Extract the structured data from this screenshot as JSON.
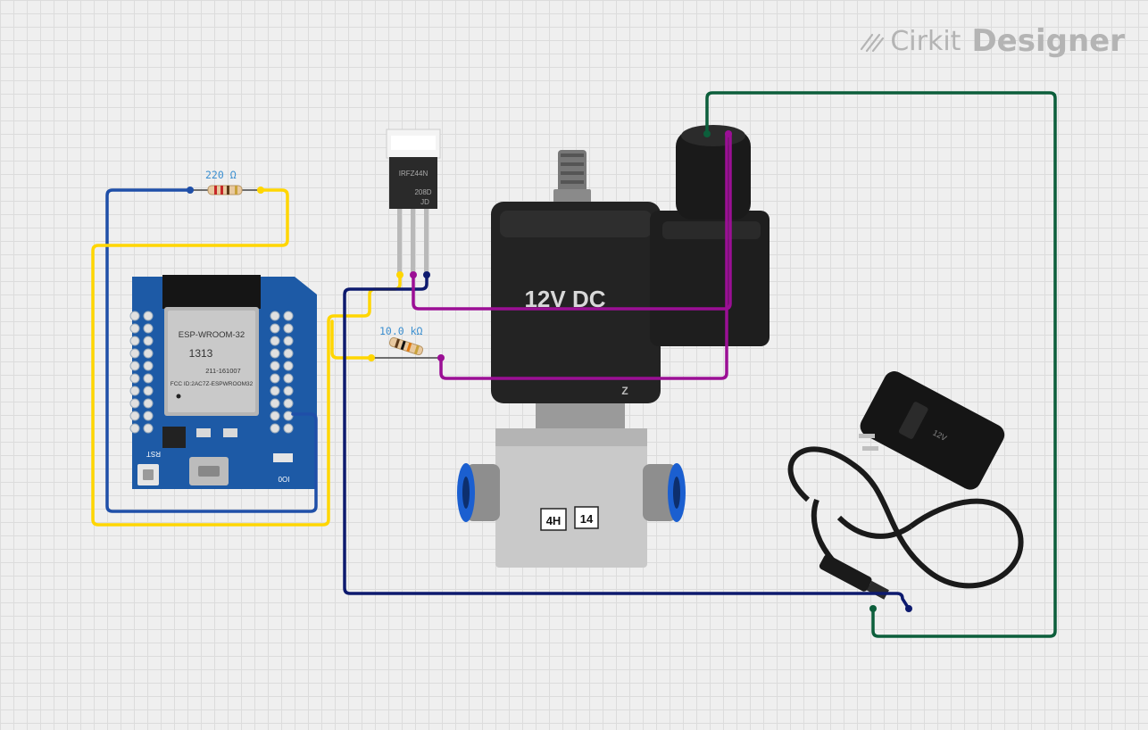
{
  "brand": {
    "name_light": "Cirkit",
    "name_bold": "Designer"
  },
  "components": {
    "resistor_1": {
      "label": "220 Ω"
    },
    "resistor_2": {
      "label": "10.0 kΩ"
    },
    "mosfet": {
      "part": "IRFZ44N",
      "code_1": "208D",
      "code_2": "JD"
    },
    "esp32_module": {
      "name": "ESP-WROOM-32",
      "cert": "1313",
      "reg": "211-161007",
      "fcc": "FCC ID:2AC7Z-ESPWROOM32",
      "rst_label": "RST",
      "io0_label": "IO0"
    },
    "solenoid_valve": {
      "voltage_label": "12V DC",
      "port_a": "4H",
      "port_b": "14",
      "coil_mark": "Z"
    },
    "power_adapter": {
      "label": "12V"
    }
  },
  "colors": {
    "wire_yellow": "#ffd600",
    "wire_blue": "#1f4fa8",
    "wire_navy": "#0d1a6e",
    "wire_purple": "#9b0f95",
    "wire_green": "#0c5e3b",
    "board_blue": "#1d5aa6",
    "grid_bg": "#efefef"
  }
}
